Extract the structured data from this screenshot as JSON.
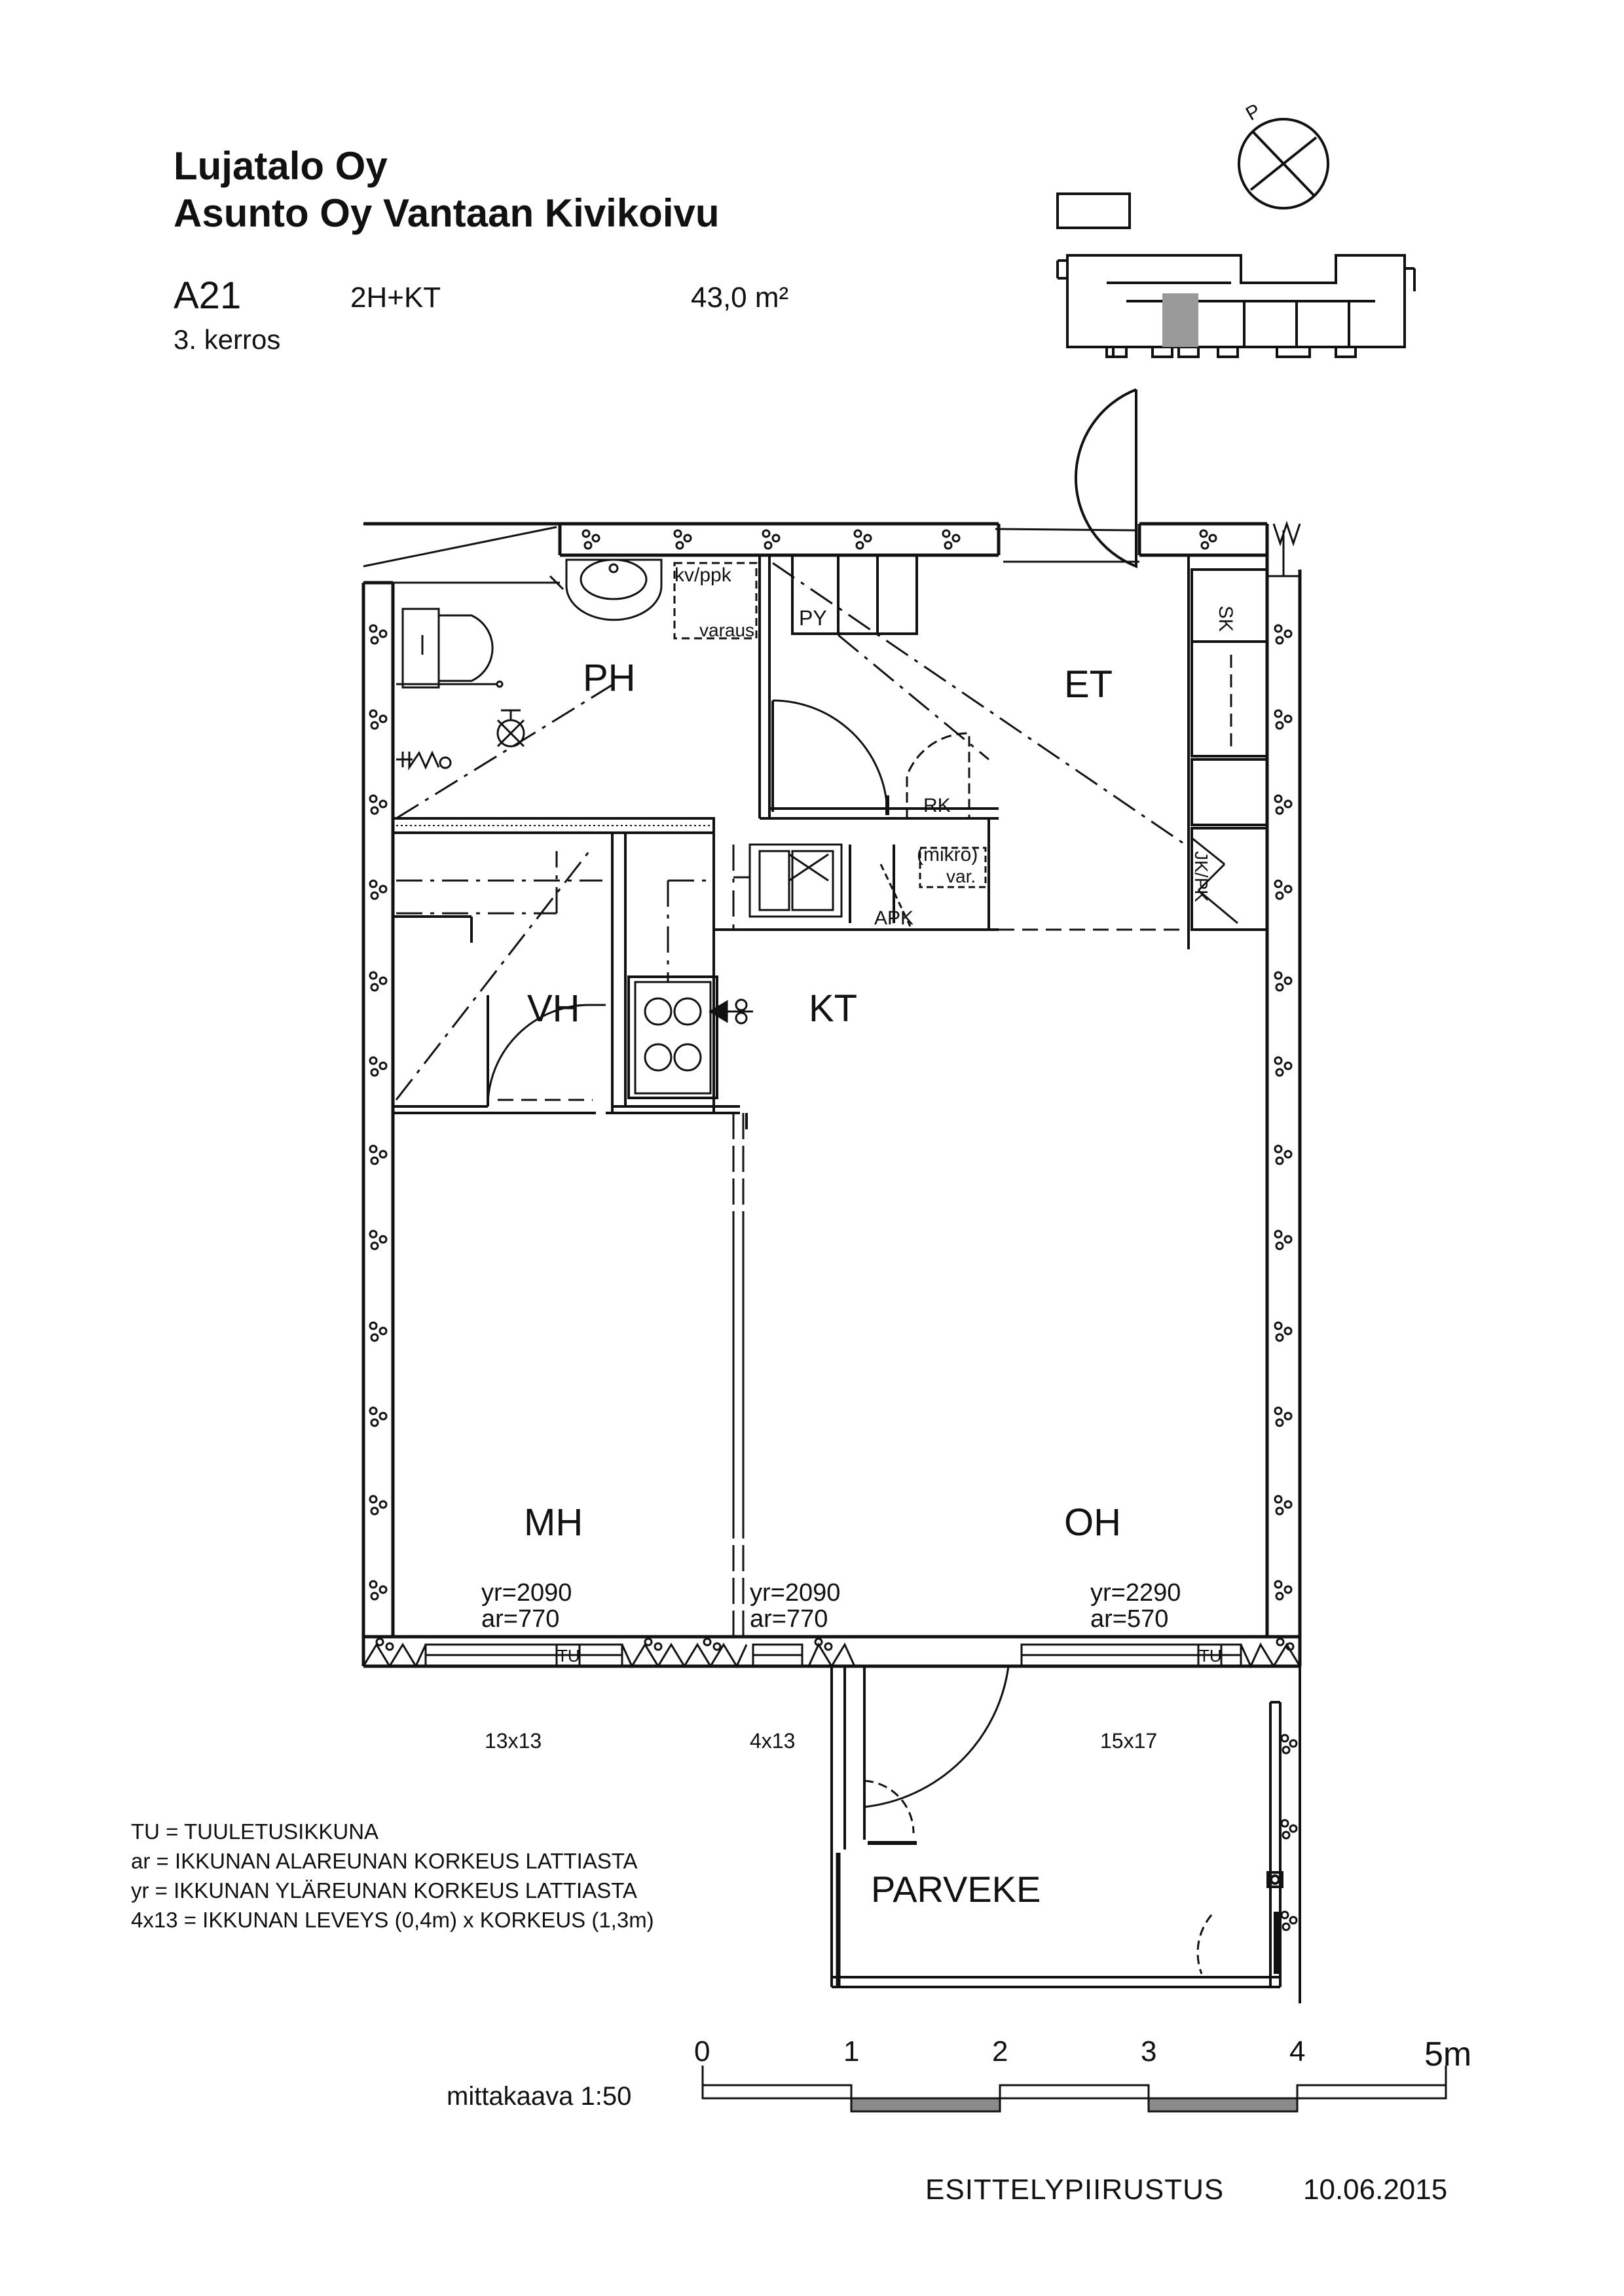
{
  "header": {
    "company": "Lujatalo Oy",
    "project": "Asunto Oy Vantaan Kivikoivu",
    "unit_code": "A21",
    "unit_type": "2H+KT",
    "area": "43,0 m²",
    "floor": "3. kerros"
  },
  "compass_label": "P",
  "rooms": {
    "ph": "PH",
    "et": "ET",
    "vh": "VH",
    "kt": "KT",
    "mh": "MH",
    "oh": "OH",
    "parveke": "PARVEKE"
  },
  "fixtures": {
    "kv_ppk": "kv/ppk",
    "varaus": "varaus",
    "py": "PY",
    "sk": "SK",
    "rk": "RK",
    "mikro": "(mikro)",
    "var": "var.",
    "apk": "APK",
    "jk_pk": "JK/PK"
  },
  "windows": {
    "mh_yr": "yr=2090",
    "mh_ar": "ar=770",
    "mid_yr": "yr=2090",
    "mid_ar": "ar=770",
    "oh_yr": "yr=2290",
    "oh_ar": "ar=570",
    "tu": "TU",
    "size_left": "13x13",
    "size_mid": "4x13",
    "size_right": "15x17"
  },
  "legend": [
    "TU = TUULETUSIKKUNA",
    "ar = IKKUNAN ALAREUNAN KORKEUS LATTIASTA",
    "yr = IKKUNAN YLÄREUNAN KORKEUS LATTIASTA",
    "4x13 = IKKUNAN LEVEYS (0,4m) x KORKEUS (1,3m)"
  ],
  "scale": {
    "label": "mittakaava 1:50",
    "ticks": [
      "0",
      "1",
      "2",
      "3",
      "4",
      "5m"
    ]
  },
  "footer": {
    "title": "ESITTELYPIIRUSTUS",
    "date": "10.06.2015"
  }
}
